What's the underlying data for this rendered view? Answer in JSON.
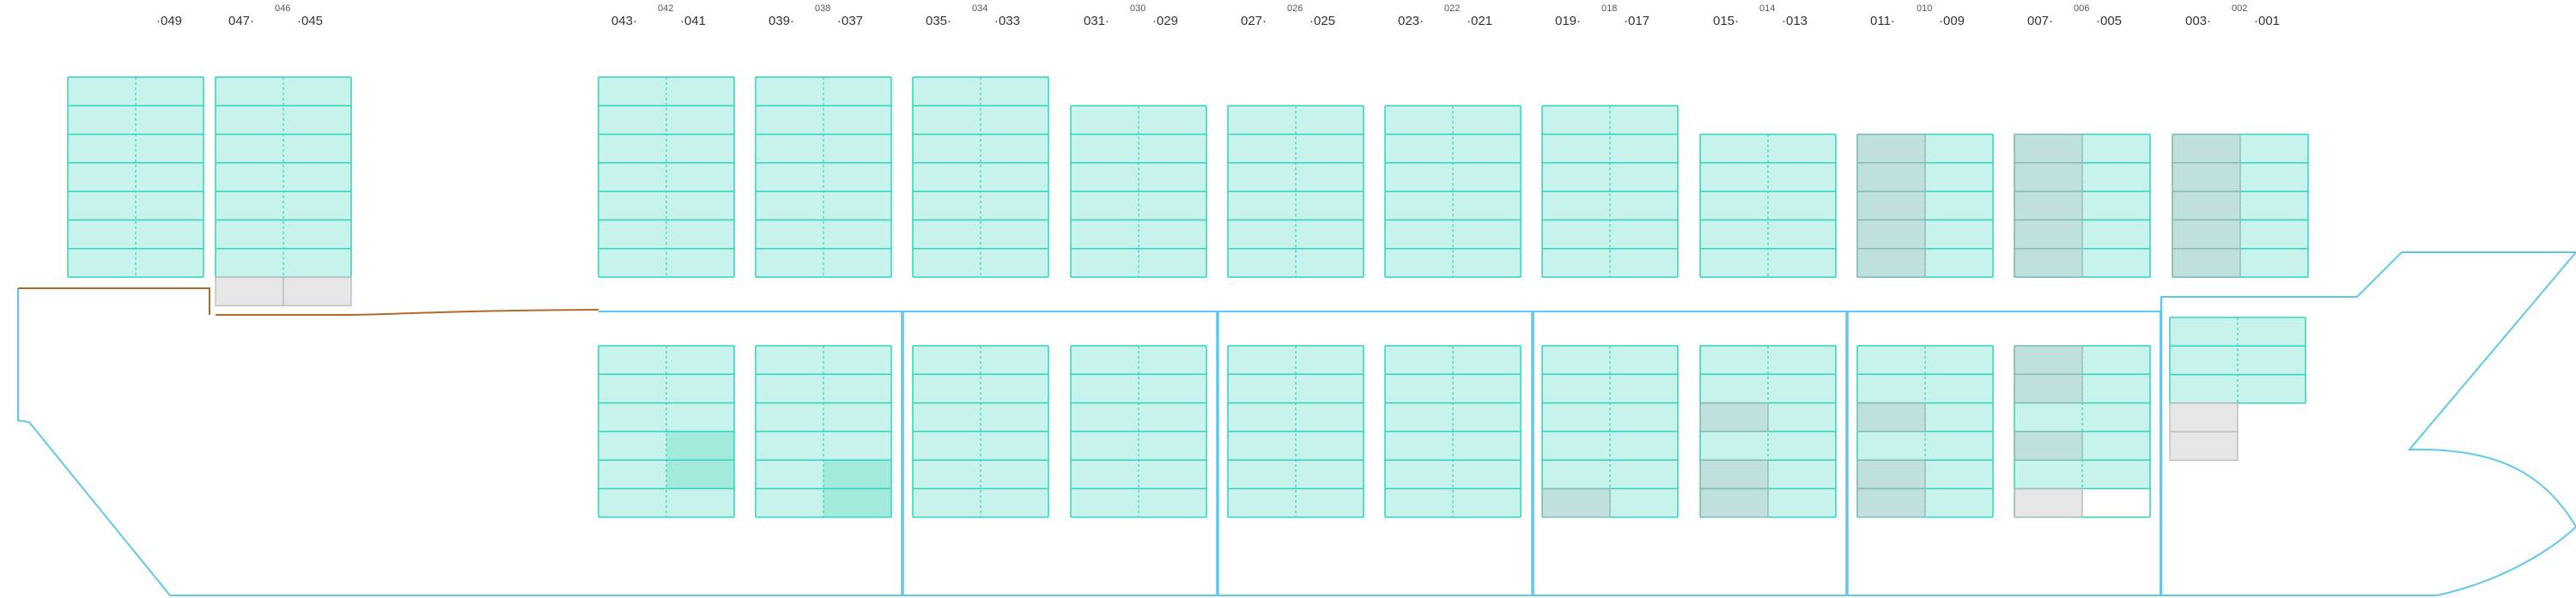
{
  "colors": {
    "empty_slot": "#c8f3ec",
    "empty_stroke": "#2fd4be",
    "occupied_slot": "#bfe0dc",
    "occupied_stroke": "#8fb7b3",
    "highlight_slot": "#a2eadb",
    "blocked_slot": "#e6e6e6",
    "blocked_stroke": "#b5b5b5",
    "hull_line": "#5fc8ec",
    "deck_line": "#b06a2a"
  },
  "bay_groups": [
    {
      "left": "049",
      "mid": "",
      "right": ""
    },
    {
      "left": "047",
      "mid": "046",
      "right": "045"
    },
    {
      "left": "043",
      "mid": "042",
      "right": "041"
    },
    {
      "left": "039",
      "mid": "038",
      "right": "037"
    },
    {
      "left": "035",
      "mid": "034",
      "right": "033"
    },
    {
      "left": "031",
      "mid": "030",
      "right": "029"
    },
    {
      "left": "027",
      "mid": "026",
      "right": "025"
    },
    {
      "left": "023",
      "mid": "022",
      "right": "021"
    },
    {
      "left": "019",
      "mid": "018",
      "right": "017"
    },
    {
      "left": "015",
      "mid": "014",
      "right": "013"
    },
    {
      "left": "011",
      "mid": "010",
      "right": "009"
    },
    {
      "left": "007",
      "mid": "006",
      "right": "005"
    },
    {
      "left": "003",
      "mid": "002",
      "right": "001"
    }
  ],
  "deck_bays": [
    {
      "tiers": 7,
      "states": {}
    },
    {
      "tiers": 7,
      "states": {},
      "below": [
        [
          "blocked",
          "blocked"
        ]
      ]
    },
    {
      "tiers": 7,
      "states": {}
    },
    {
      "tiers": 7,
      "states": {}
    },
    {
      "tiers": 7,
      "states": {}
    },
    {
      "tiers": 6,
      "states": {}
    },
    {
      "tiers": 6,
      "states": {}
    },
    {
      "tiers": 6,
      "states": {}
    },
    {
      "tiers": 6,
      "states": {}
    },
    {
      "tiers": 5,
      "states": {}
    },
    {
      "tiers": 5,
      "states": {
        "0,0": "occupied",
        "1,0": "occupied",
        "2,0": "occupied",
        "3,0": "occupied",
        "4,0": "occupied"
      }
    },
    {
      "tiers": 5,
      "states": {
        "0,0": "occupied",
        "1,0": "occupied",
        "2,0": "occupied",
        "3,0": "occupied",
        "4,0": "occupied"
      }
    },
    {
      "tiers": 5,
      "states": {
        "0,0": "occupied",
        "1,0": "occupied",
        "2,0": "occupied",
        "3,0": "occupied",
        "4,0": "occupied"
      }
    }
  ],
  "hold_bays": [
    {
      "tiers": 6,
      "states": {
        "3,1": "highlight",
        "4,1": "highlight"
      }
    },
    {
      "tiers": 6,
      "states": {
        "4,1": "highlight",
        "5,1": "highlight"
      }
    },
    {
      "tiers": 6,
      "states": {}
    },
    {
      "tiers": 6,
      "states": {}
    },
    {
      "tiers": 6,
      "states": {}
    },
    {
      "tiers": 6,
      "states": {}
    },
    {
      "tiers": 6,
      "states": {
        "5,0": "occupied"
      }
    },
    {
      "tiers": 6,
      "states": {
        "2,0": "occupied",
        "4,0": "occupied",
        "5,0": "occupied"
      }
    },
    {
      "tiers": 6,
      "states": {
        "2,0": "occupied",
        "4,0": "occupied",
        "5,0": "occupied"
      }
    },
    {
      "tiers": 6,
      "states": {
        "0,0": "occupied",
        "1,0": "occupied",
        "3,0": "occupied",
        "5,0": "blocked",
        "5,1": "none"
      }
    },
    {
      "tiers": 3,
      "states": {},
      "below": [
        [
          "blocked",
          "none"
        ],
        [
          "blocked",
          "none"
        ]
      ]
    }
  ]
}
